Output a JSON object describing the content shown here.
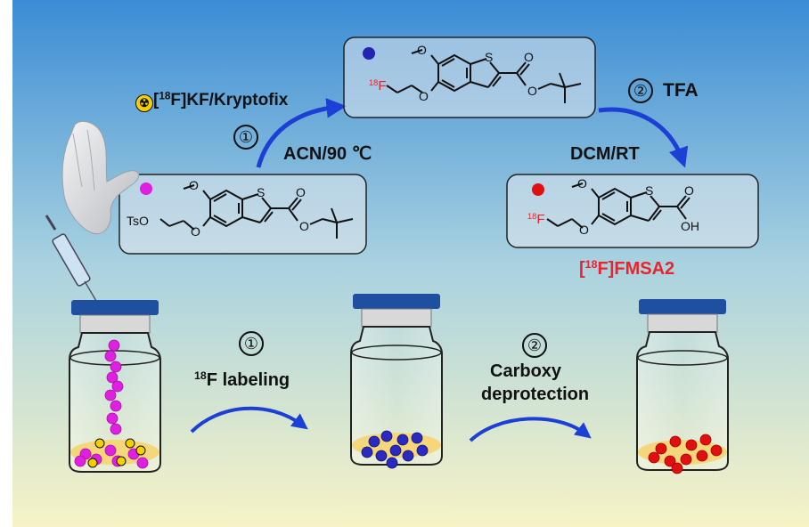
{
  "background": {
    "top_color": "#3d8fd6",
    "bottom_color": "#f6f3c8"
  },
  "reagent_label": {
    "isotope": "18",
    "prefix": "[",
    "rest": "F]KF/Kryptofix",
    "icon": "radiation-icon"
  },
  "step1_circle": "①",
  "step1_conditions": "ACN/90 ℃",
  "step2_circle": "②",
  "step2_reagent": "TFA",
  "step2_conditions": "DCM/RT",
  "product_label": {
    "prefix": "[",
    "isotope": "18",
    "rest": "F]FMSA2"
  },
  "precursor": {
    "ts_label": "TsO",
    "s_label": "S",
    "o_labels": [
      "O",
      "O",
      "O",
      "O"
    ],
    "dot_color": "#e020e0"
  },
  "intermediate": {
    "f_isotope": "18",
    "f_label": "F",
    "s_label": "S",
    "o_labels": [
      "O",
      "O",
      "O",
      "O"
    ],
    "dot_color": "#2323b4"
  },
  "final": {
    "f_isotope": "18",
    "f_label": "F",
    "s_label": "S",
    "o_labels": [
      "O",
      "O",
      "O"
    ],
    "oh_label": "OH",
    "dot_color": "#e01010"
  },
  "bottom": {
    "step1_circle": "①",
    "step1_isotope": "18",
    "step1_label": "F labeling",
    "step2_circle": "②",
    "step2_label_line1": "Carboxy",
    "step2_label_line2": "deprotection"
  },
  "colors": {
    "magenta": "#e020e0",
    "blue": "#2a2ac0",
    "red": "#e01010",
    "cap": "#1e4fa0",
    "arrow": "#1c3fd6",
    "liquid": "#f6d67a",
    "product_red": "#e8242c"
  }
}
